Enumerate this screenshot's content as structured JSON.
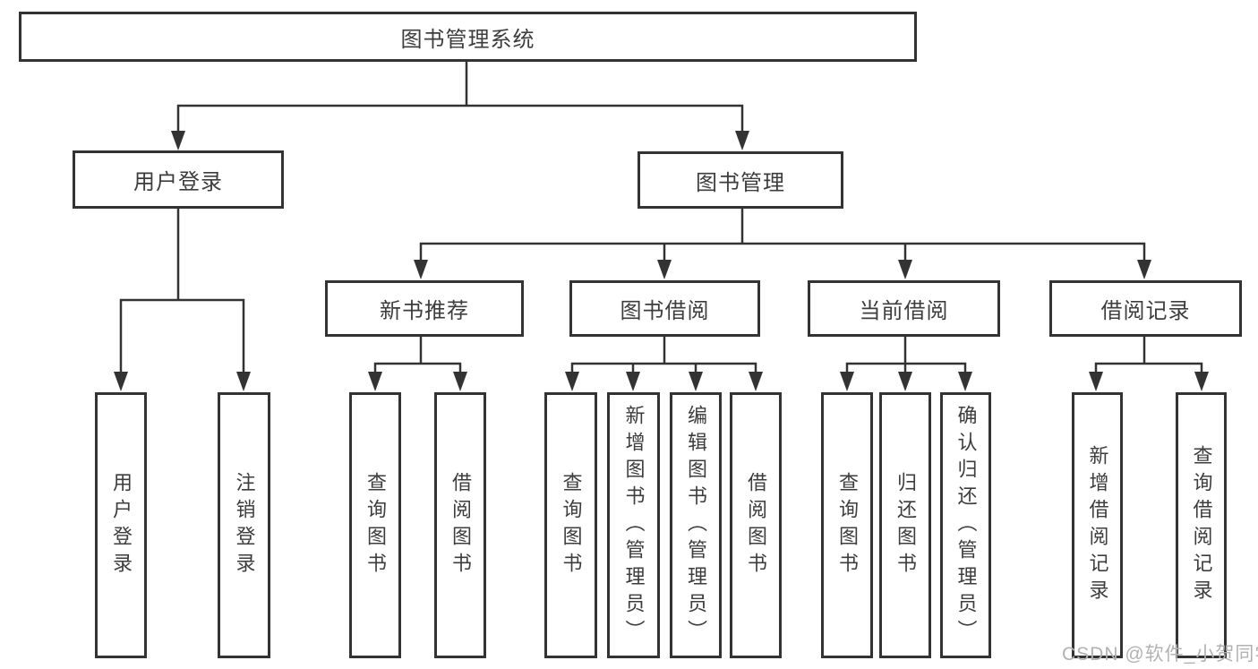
{
  "colors": {
    "line": "#333333",
    "node_border": "#333333",
    "node_text": "#3d3d3d",
    "background": "#ffffff",
    "watermark": "#b2b2b2"
  },
  "diagram": {
    "root": {
      "label": "图书管理系统"
    },
    "level2": {
      "user_login": {
        "label": "用户登录"
      },
      "book_mgmt": {
        "label": "图书管理"
      }
    },
    "level3": {
      "new_books": {
        "label": "新书推荐"
      },
      "book_borrow": {
        "label": "图书借阅"
      },
      "current_borrow": {
        "label": "当前借阅"
      },
      "borrow_records": {
        "label": "借阅记录"
      }
    },
    "leaves": {
      "user_login": [
        {
          "label": "用户登录"
        },
        {
          "label": "注销登录"
        }
      ],
      "new_books": [
        {
          "label": "查询图书"
        },
        {
          "label": "借阅图书"
        }
      ],
      "book_borrow": [
        {
          "label": "查询图书"
        },
        {
          "label": "新增图书（管理员）"
        },
        {
          "label": "编辑图书（管理员）"
        },
        {
          "label": "借阅图书"
        }
      ],
      "current_borrow": [
        {
          "label": "查询图书"
        },
        {
          "label": "归还图书"
        },
        {
          "label": "确认归还（管理员）"
        }
      ],
      "borrow_records": [
        {
          "label": "新增借阅记录"
        },
        {
          "label": "查询借阅记录"
        }
      ]
    }
  },
  "watermark": {
    "label": "CSDN @软件_小贺同学"
  }
}
